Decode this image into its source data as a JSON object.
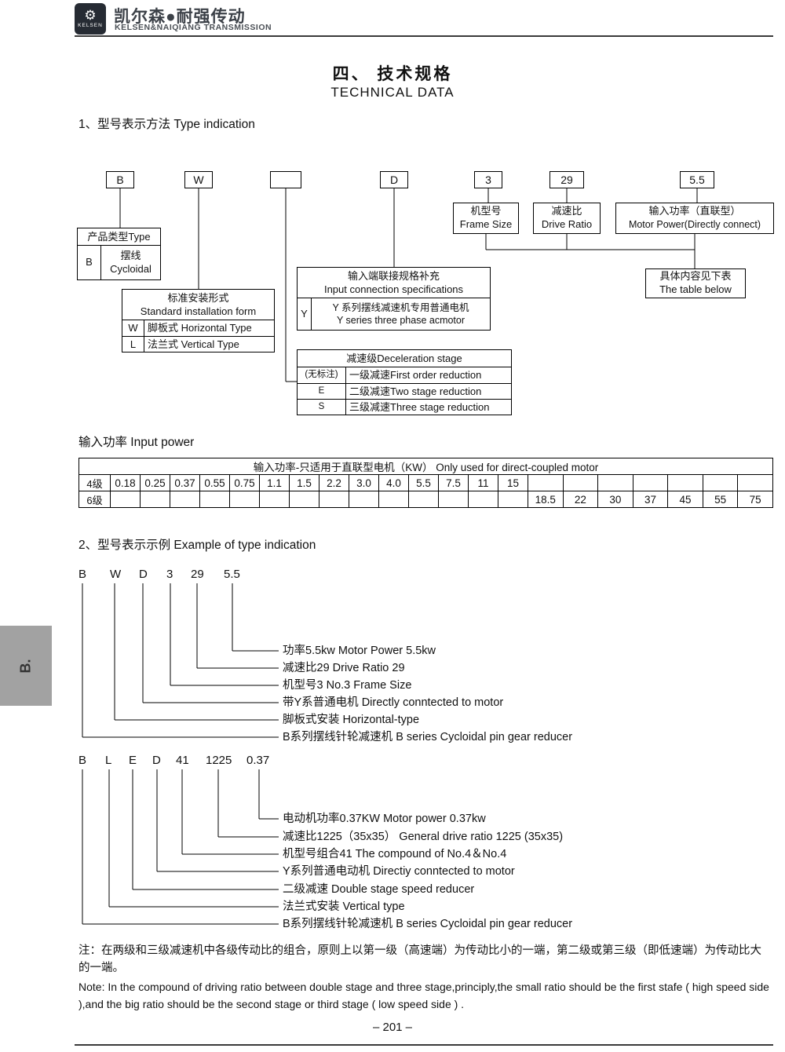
{
  "header": {
    "brand_zh": "凯尔森●耐强传动",
    "brand_en": "KELSEN&NAIQIANG TRANSMISSION",
    "badge": "KELSEN"
  },
  "title_zh": "四、 技术规格",
  "title_en": "TECHNICAL DATA",
  "section1_heading": "1、型号表示方法 Type indication",
  "type_diagram": {
    "codes": [
      "B",
      "W",
      "",
      "D",
      "3",
      "29",
      "5.5"
    ],
    "frame_size_zh": "机型号",
    "frame_size_en": "Frame Size",
    "drive_ratio_zh": "减速比",
    "drive_ratio_en": "Drive Ratio",
    "motor_power_zh": "输入功率（直联型）",
    "motor_power_en": "Motor Power(Directly connect)",
    "product_type_title": "产品类型Type",
    "product_type_code": "B",
    "product_type_zh": "摆线",
    "product_type_en": "Cycloidal",
    "install_title_zh": "标准安装形式",
    "install_title_en": "Standard installation form",
    "install_w_code": "W",
    "install_w_label": "脚板式 Horizontal Type",
    "install_l_code": "L",
    "install_l_label": "法兰式 Vertical Type",
    "conn_title_zh": "输入端联接规格补充",
    "conn_title_en": "Input connection specifications",
    "conn_code": "Y",
    "conn_zh": "Y 系列摆线减速机专用普通电机",
    "conn_en": "Y series three phase acmotor",
    "table_below_zh": "具体内容见下表",
    "table_below_en": "The table below",
    "decel_title": "减速级Deceleration stage",
    "decel_rows": [
      {
        "code": "(无标注)",
        "label": "一级减速First order reduction"
      },
      {
        "code": "E",
        "label": "二级减速Two stage reduction"
      },
      {
        "code": "S",
        "label": "三级减速Three stage reduction"
      }
    ]
  },
  "input_power": {
    "heading": "输入功率 Input power",
    "table_title": "输入功率-只适用于直联型电机（KW）  Only used for direct-coupled motor",
    "rows": [
      {
        "label": "4级",
        "cells": [
          "0.18",
          "0.25",
          "0.37",
          "0.55",
          "0.75",
          "1.1",
          "1.5",
          "2.2",
          "3.0",
          "4.0",
          "5.5",
          "7.5",
          "11",
          "15",
          "",
          "",
          "",
          "",
          "",
          "",
          ""
        ]
      },
      {
        "label": "6级",
        "cells": [
          "",
          "",
          "",
          "",
          "",
          "",
          "",
          "",
          "",
          "",
          "",
          "",
          "",
          "",
          "18.5",
          "22",
          "30",
          "37",
          "45",
          "55",
          "75"
        ]
      }
    ]
  },
  "section2_heading": "2、型号表示示例 Example of type indication",
  "example1": {
    "codes": [
      "B",
      "W",
      "D",
      "3",
      "29",
      "5.5"
    ],
    "labels": [
      "功率5.5kw Motor Power 5.5kw",
      "减速比29 Drive Ratio 29",
      "机型号3 No.3 Frame Size",
      "带Y系普通电机 Directly conntected to motor",
      "脚板式安装 Horizontal-type",
      "B系列摆线针轮减速机 B series Cycloidal pin gear reducer"
    ]
  },
  "example2": {
    "codes": [
      "B",
      "L",
      "E",
      "D",
      "41",
      "1225",
      "0.37"
    ],
    "labels": [
      "电动机功率0.37KW Motor power 0.37kw",
      "减速比1225（35x35） General drive ratio 1225 (35x35)",
      "机型号组合41 The compound of No.4＆No.4",
      "Y系列普通电动机 Directiy conntected to motor",
      "二级减速 Double stage speed reducer",
      "法兰式安装 Vertical type",
      "B系列摆线针轮减速机 B series Cycloidal pin gear reducer"
    ]
  },
  "note": {
    "zh": "注：在两级和三级减速机中各级传动比的组合，原则上以第一级（高速端）为传动比小的一端，第二级或第三级（即低速端）为传动比大的一端。",
    "en": "Note: In the compound of driving ratio between double stage and three stage,principly,the small ratio should be the first stafe ( high speed side ),and the big ratio should be the second stage or third stage ( low speed side ) ."
  },
  "side_tab": "B.",
  "page_number": "– 201 –"
}
